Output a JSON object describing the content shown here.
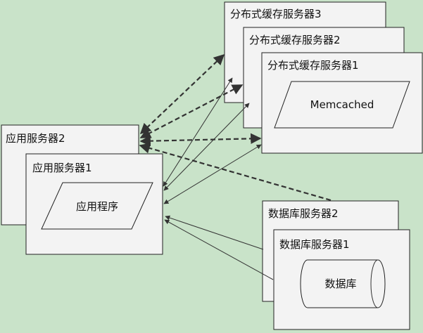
{
  "cache_servers": [
    {
      "label": "分布式缓存服务器3"
    },
    {
      "label": "分布式缓存服务器2"
    },
    {
      "label": "分布式缓存服务器1",
      "component": "Memcached"
    }
  ],
  "app_servers": [
    {
      "label": "应用服务器2"
    },
    {
      "label": "应用服务器1",
      "component": "应用程序"
    }
  ],
  "db_servers": [
    {
      "label": "数据库服务器2"
    },
    {
      "label": "数据库服务器1",
      "component": "数据库"
    }
  ]
}
